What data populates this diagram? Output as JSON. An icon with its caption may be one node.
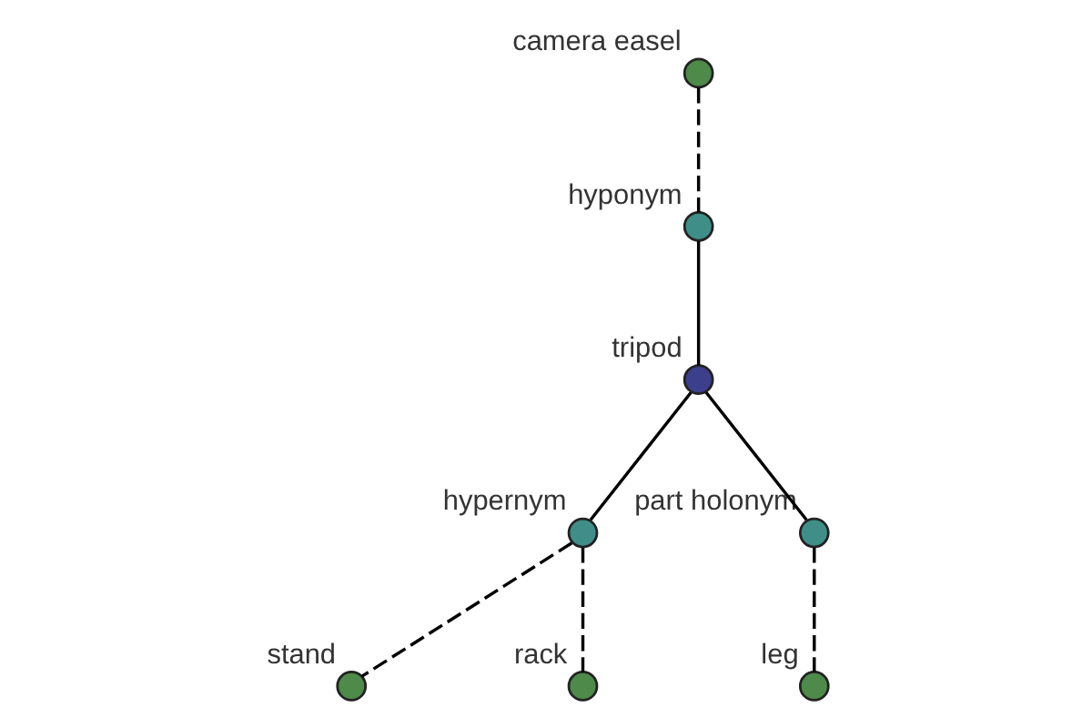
{
  "diagram": {
    "nodes": [
      {
        "text": [],
        "shape": "circle",
        "beside": [
          "camera easel"
        ]
      },
      {
        "text": [],
        "shape": "circle",
        "beside": [
          "hyponym"
        ]
      },
      {
        "text": [],
        "shape": "circle",
        "beside": [
          "tripod"
        ]
      },
      {
        "text": [],
        "shape": "circle",
        "beside": [
          "hypernym"
        ]
      },
      {
        "text": [],
        "shape": "circle",
        "beside": [
          "part holonym"
        ]
      },
      {
        "text": [],
        "shape": "circle",
        "beside": [
          "stand"
        ]
      },
      {
        "text": [],
        "shape": "circle",
        "beside": [
          "rack"
        ]
      },
      {
        "text": [],
        "shape": "circle",
        "beside": [
          "leg"
        ]
      }
    ],
    "edges": [
      {
        "from": 0,
        "to": 1,
        "arrow": "none",
        "style": "dashed"
      },
      {
        "from": 1,
        "to": 2,
        "arrow": "none"
      },
      {
        "from": 2,
        "to": 3,
        "arrow": "none"
      },
      {
        "from": 2,
        "to": 4,
        "arrow": "none"
      },
      {
        "from": 3,
        "to": 5,
        "arrow": "none",
        "style": "dashed"
      },
      {
        "from": 3,
        "to": 6,
        "arrow": "none",
        "style": "dashed"
      },
      {
        "from": 4,
        "to": 7,
        "arrow": "none",
        "style": "dashed"
      }
    ]
  }
}
